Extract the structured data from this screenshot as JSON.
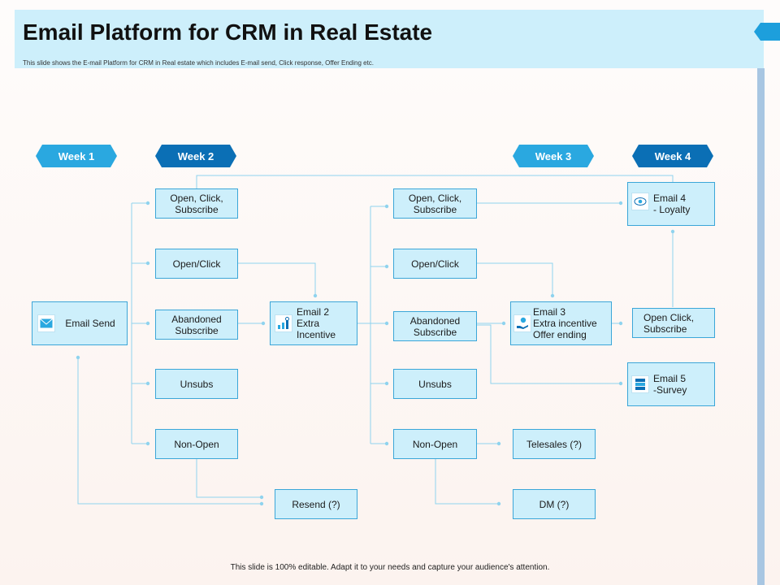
{
  "header": {
    "title": "Email Platform for CRM in Real Estate",
    "subtitle": "This slide shows the E-mail Platform for CRM in Real estate which includes E-mail send, Click response, Offer Ending etc."
  },
  "weeks": [
    "Week 1",
    "Week 2",
    "Week 3",
    "Week 4"
  ],
  "nodes": {
    "email_send": "Email Send",
    "w2_open_click_subscribe": "Open, Click,\nSubscribe",
    "w2_open_click": "Open/Click",
    "w2_abandoned_subscribe": "Abandoned\nSubscribe",
    "w2_unsubs": "Unsubs",
    "w2_non_open": "Non-Open",
    "email2": "Email 2\nExtra\nIncentive",
    "resend": "Resend (?)",
    "w3_open_click_subscribe": "Open, Click,\nSubscribe",
    "w3_open_click": "Open/Click",
    "w3_abandoned_subscribe": "Abandoned\nSubscribe",
    "w3_unsubs": "Unsubs",
    "w3_non_open": "Non-Open",
    "email3": "Email 3\nExtra incentive\nOffer ending",
    "telesales": "Telesales (?)",
    "dm": "DM (?)",
    "email4": "Email 4\n- Loyalty",
    "w4_open_click_subscribe": "Open Click,\nSubscribe",
    "email5": "Email 5\n-Survey"
  },
  "icons": {
    "email_send": "envelope-icon",
    "email2": "growth-chart-icon",
    "email3": "hand-money-icon",
    "email4": "eye-icon",
    "email5": "server-icon"
  },
  "colors": {
    "header_bg": "#cdeffb",
    "box_fill": "#cdeffb",
    "box_border": "#3ba6d8",
    "week_light": "#2aa8e0",
    "week_dark": "#0b6fb5",
    "connector": "#8fd3ee"
  },
  "footer": "This slide is 100% editable. Adapt it to your needs and capture your audience's attention."
}
